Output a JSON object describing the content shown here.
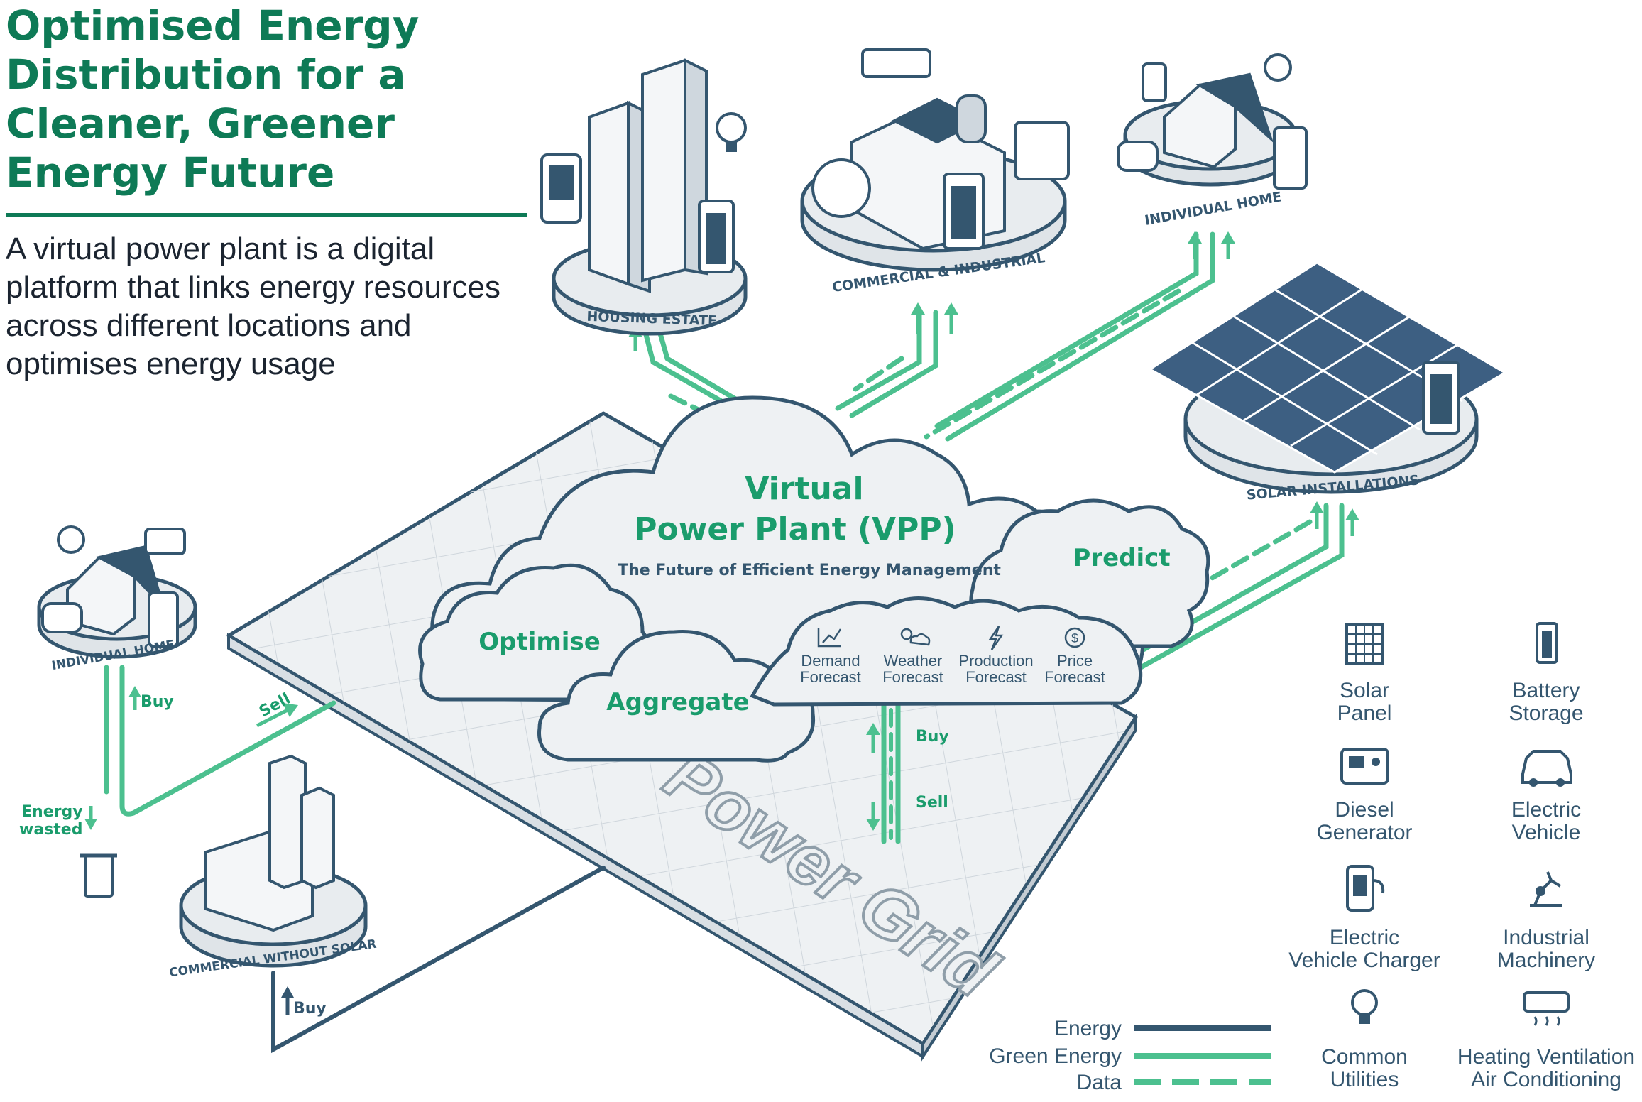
{
  "title": {
    "lines": [
      "Optimised Energy",
      "Distribution for a",
      "Cleaner, Greener",
      "Energy Future"
    ]
  },
  "subtitle": "A virtual power plant is a digital platform that links energy resources across different locations and optimises energy usage",
  "vpp": {
    "title_line1": "Virtual",
    "title_line2": "Power Plant (VPP)",
    "tagline": "The Future of Efficient Energy Management",
    "predict": "Predict",
    "optimise": "Optimise",
    "aggregate": "Aggregate",
    "forecasts": [
      {
        "line1": "Demand",
        "line2": "Forecast",
        "icon": "bar-chart-icon"
      },
      {
        "line1": "Weather",
        "line2": "Forecast",
        "icon": "weather-icon"
      },
      {
        "line1": "Production",
        "line2": "Forecast",
        "icon": "lightning-icon"
      },
      {
        "line1": "Price",
        "line2": "Forecast",
        "icon": "dollar-icon"
      }
    ]
  },
  "power_grid_label": "Power Grid",
  "sites": {
    "housing_estate": "HOUSING ESTATE",
    "commercial_industrial": "COMMERCIAL & INDUSTRIAL",
    "individual_home_top": "INDIVIDUAL HOME",
    "solar_installations": "SOLAR INSTALLATIONS",
    "individual_home_left": "INDIVIDUAL HOME",
    "commercial_without_solar": "COMMERCIAL WITHOUT SOLAR"
  },
  "flow_labels": {
    "buy_home": "Buy",
    "sell_home": "Sell",
    "energy_wasted_line1": "Energy",
    "energy_wasted_line2": "wasted",
    "buy_grid": "Buy",
    "sell_grid": "Sell",
    "buy_commercial": "Buy"
  },
  "legend_icons": [
    {
      "line1": "Solar",
      "line2": "Panel",
      "icon": "solar-panel-icon"
    },
    {
      "line1": "Battery",
      "line2": "Storage",
      "icon": "battery-icon"
    },
    {
      "line1": "Diesel",
      "line2": "Generator",
      "icon": "diesel-generator-icon"
    },
    {
      "line1": "Electric",
      "line2": "Vehicle",
      "icon": "electric-vehicle-icon"
    },
    {
      "line1": "Electric",
      "line2": "Vehicle Charger",
      "icon": "ev-charger-icon"
    },
    {
      "line1": "Industrial",
      "line2": "Machinery",
      "icon": "industrial-machinery-icon"
    },
    {
      "line1": "Common",
      "line2": "Utilities",
      "icon": "lightbulb-icon"
    },
    {
      "line1": "Heating Ventilation",
      "line2": "Air Conditioning",
      "icon": "hvac-icon"
    }
  ],
  "legend_lines": [
    {
      "label": "Energy",
      "color": "#34566f",
      "style": "solid"
    },
    {
      "label": "Green Energy",
      "color": "#4cc08f",
      "style": "solid"
    },
    {
      "label": "Data",
      "color": "#4cc08f",
      "style": "dashed"
    }
  ],
  "colors": {
    "title_green": "#0e7a56",
    "energy_navy": "#34566f",
    "green_energy": "#4cc08f",
    "text_green": "#1a9c6c"
  }
}
